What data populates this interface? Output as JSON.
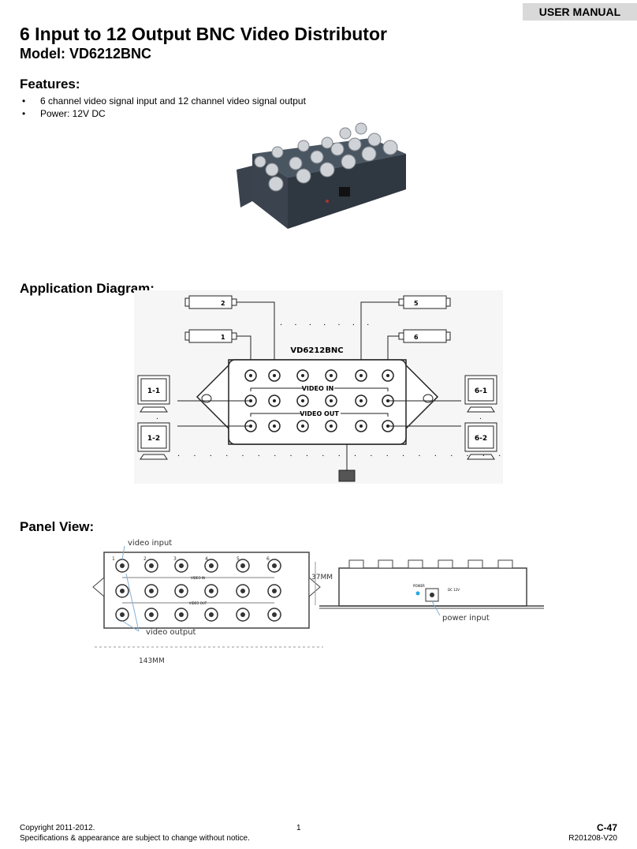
{
  "header": {
    "badge": "USER MANUAL"
  },
  "title": "6 Input to 12 Output BNC Video Distributor",
  "model": "Model: VD6212BNC",
  "features": {
    "heading": "Features:",
    "items": [
      "6 channel video signal input and 12 channel video signal output",
      "Power: 12V DC"
    ]
  },
  "application": {
    "heading": "Application Diagram:",
    "device_label": "VD6212BNC",
    "video_in": "VIDEO IN",
    "video_out": "VIDEO OUT",
    "cameras": [
      "2",
      "1",
      "5",
      "6"
    ],
    "monitors": [
      "1-1",
      "1-2",
      "6-1",
      "6-2"
    ]
  },
  "panel": {
    "heading": "Panel View:",
    "video_input": "video input",
    "video_output": "video output",
    "power_input": "power input",
    "height_dim": "37MM",
    "width_dim": "143MM",
    "port_numbers": [
      "1",
      "2",
      "3",
      "4",
      "5",
      "6"
    ],
    "panel_video_in": "VIDEO IN",
    "panel_video_out": "VIDEO OUT",
    "power_label": "POWER",
    "dc_label": "DC 12V"
  },
  "footer": {
    "copyright": "Copyright 2011-2012.",
    "disclaimer": "Specifications & appearance are subject to change without notice.",
    "page_number": "1",
    "page_code": "C-47",
    "revision": "R201208-V20"
  }
}
